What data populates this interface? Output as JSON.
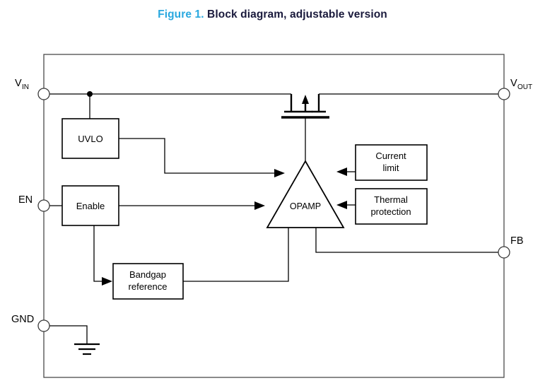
{
  "figure": {
    "number": "Figure 1.",
    "caption": "Block diagram, adjustable version",
    "number_color": "#29a8df",
    "caption_color": "#1a1a3c"
  },
  "pins": {
    "vin": {
      "label": "V",
      "sub": "IN"
    },
    "vout": {
      "label": "V",
      "sub": "OUT"
    },
    "en": {
      "label": "EN"
    },
    "fb": {
      "label": "FB"
    },
    "gnd": {
      "label": "GND"
    }
  },
  "blocks": {
    "uvlo": {
      "label": "UVLO"
    },
    "enable": {
      "label": "Enable"
    },
    "bandgap": {
      "line1": "Bandgap",
      "line2": "reference"
    },
    "current_limit": {
      "line1": "Current",
      "line2": "limit"
    },
    "thermal": {
      "line1": "Thermal",
      "line2": "protection"
    },
    "opamp": {
      "label": "OPAMP"
    }
  },
  "symbols": {
    "pass_transistor": "mosfet-symbol",
    "ground": "ground-symbol"
  },
  "colors": {
    "wire": "#000000",
    "frame": "#4a4a4a",
    "background": "#ffffff"
  }
}
